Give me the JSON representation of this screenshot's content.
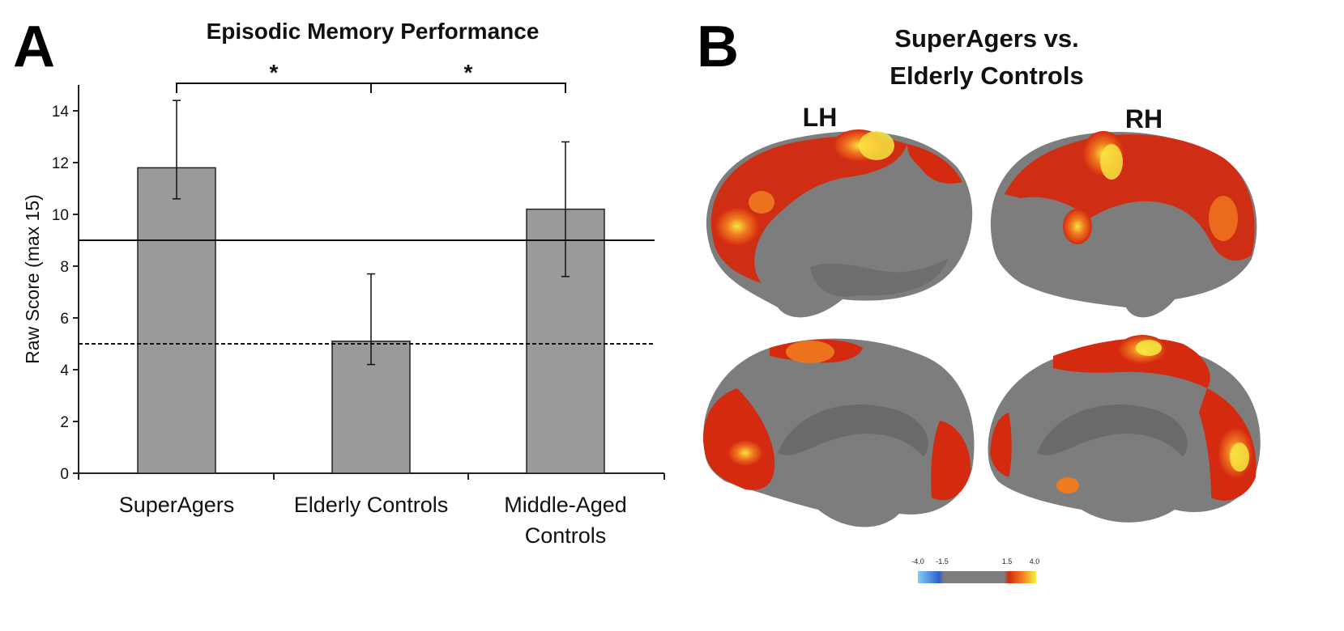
{
  "panels": {
    "a_letter": "A",
    "b_letter": "B"
  },
  "chart_data": {
    "type": "bar",
    "title": "Episodic Memory Performance",
    "xlabel": "",
    "ylabel": "Raw Score (max 15)",
    "ylim": [
      0,
      15
    ],
    "yticks": [
      "0",
      "2",
      "4",
      "6",
      "8",
      "10",
      "12",
      "14"
    ],
    "categories": [
      "SuperAgers",
      "Elderly Controls",
      "Middle-Aged Controls"
    ],
    "category_lines": [
      [
        "SuperAgers"
      ],
      [
        "Elderly Controls"
      ],
      [
        "Middle-Aged",
        "Controls"
      ]
    ],
    "values": [
      11.8,
      5.1,
      10.2
    ],
    "error_low": [
      10.6,
      4.2,
      7.6
    ],
    "error_high": [
      14.4,
      7.7,
      12.8
    ],
    "reference_lines": [
      {
        "value": 9,
        "style": "solid"
      },
      {
        "value": 5,
        "style": "dashed"
      }
    ],
    "significance": [
      {
        "from": 0,
        "to": 1,
        "label": "*"
      },
      {
        "from": 1,
        "to": 2,
        "label": "*"
      }
    ],
    "grid": false,
    "bar_color": "#9a9a9a"
  },
  "brain_panel": {
    "title_line1": "SuperAgers vs.",
    "title_line2": "Elderly Controls",
    "left_hemisphere": "LH",
    "right_hemisphere": "RH",
    "colorbar_ticks": [
      "-4.0",
      "-1.5",
      "1.5",
      "4.0"
    ],
    "colors": {
      "cortex": "#7d7d7d",
      "hot": "#d42a10",
      "warm": "#f07a20",
      "peak": "#f7e440"
    }
  }
}
